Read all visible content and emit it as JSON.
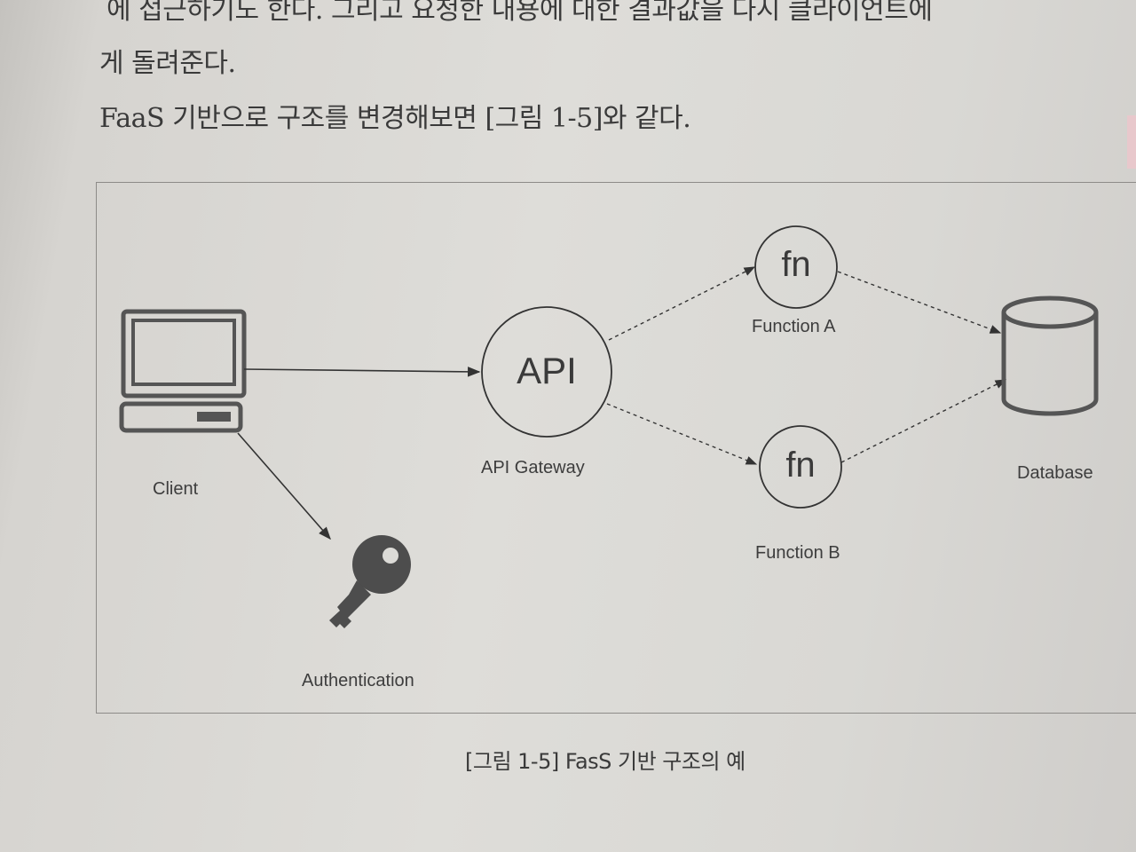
{
  "text": {
    "line1": "에 접근하기도 한다. 그리고 요청한 내용에 대한 결과값을 다시 클라이언트에",
    "line2": "게 돌려준다.",
    "line3": "FaaS 기반으로 구조를 변경해보면 [그림 1-5]와 같다."
  },
  "diagram": {
    "nodes": {
      "client": "Client",
      "authentication": "Authentication",
      "api_symbol": "API",
      "api_gateway": "API Gateway",
      "fn_a_symbol": "fn",
      "function_a": "Function A",
      "fn_b_symbol": "fn",
      "function_b": "Function B",
      "database": "Database"
    },
    "icons": [
      "computer-icon",
      "key-icon",
      "database-icon"
    ]
  },
  "caption": "[그림 1-5] FasS 기반 구조의 예"
}
